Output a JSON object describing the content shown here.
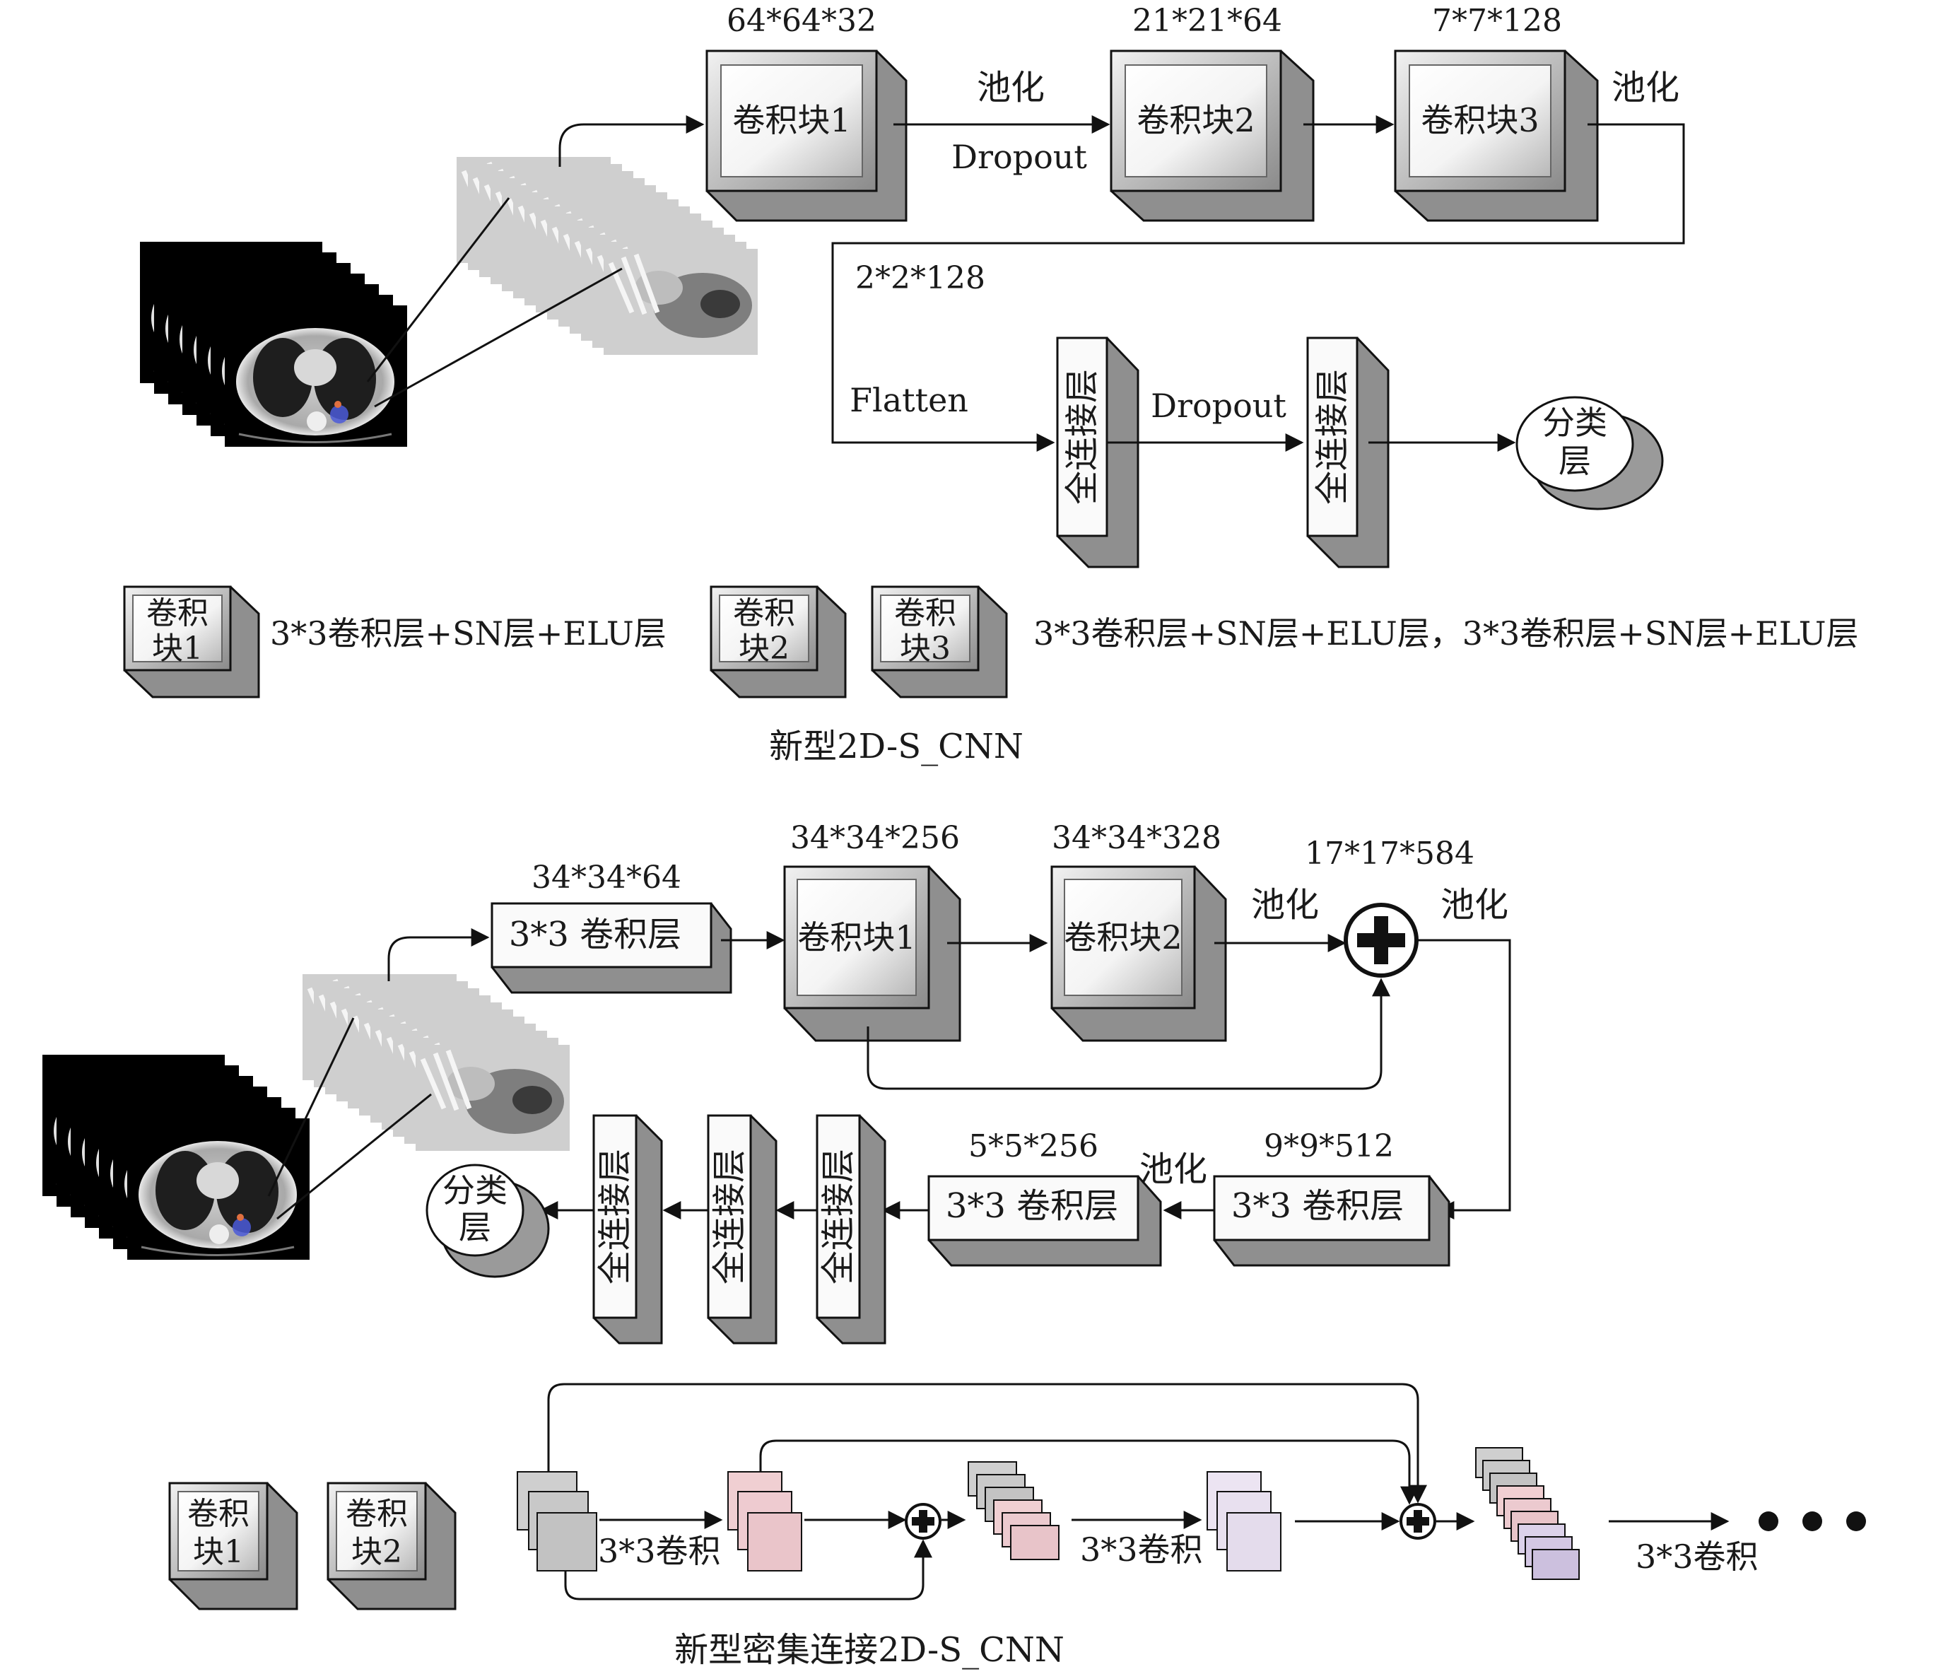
{
  "diagram1": {
    "caption": "新型2D-S_CNN",
    "dims": {
      "d1": "64*64*32",
      "d2": "21*21*64",
      "d3": "7*7*128",
      "d4": "2*2*128"
    },
    "blocks": {
      "b1": "卷积块1",
      "b2": "卷积块2",
      "b3": "卷积块3"
    },
    "ops": {
      "pool1": "池化",
      "dropout1": "Dropout",
      "pool2": "池化",
      "flatten": "Flatten",
      "dropout2": "Dropout"
    },
    "fc_label": "全连接层",
    "classifier": {
      "line1": "分类",
      "line2": "层"
    },
    "legend": {
      "block1": {
        "line1": "卷积",
        "line2": "块1"
      },
      "block2": {
        "line1": "卷积",
        "line2": "块2"
      },
      "block3": {
        "line1": "卷积",
        "line2": "块3"
      },
      "desc1": "3*3卷积层+SN层+ELU层",
      "desc2": "3*3卷积层+SN层+ELU层，3*3卷积层+SN层+ELU层"
    }
  },
  "diagram2": {
    "caption": "新型密集连接2D-S_CNN",
    "dims": {
      "d1": "34*34*64",
      "d2": "34*34*256",
      "d3": "34*34*328",
      "d4": "17*17*584",
      "d5": "9*9*512",
      "d6": "5*5*256"
    },
    "conv_label": "3*3 卷积层",
    "blocks": {
      "b1": "卷积块1",
      "b2": "卷积块2"
    },
    "ops": {
      "pool1": "池化",
      "pool2": "池化",
      "pool3": "池化"
    },
    "fc_label": "全连接层",
    "classifier": {
      "line1": "分类",
      "line2": "层"
    },
    "legend": {
      "block1": {
        "line1": "卷积",
        "line2": "块1"
      },
      "block2": {
        "line1": "卷积",
        "line2": "块2"
      },
      "conv1": "3*3卷积",
      "conv2": "3*3卷积",
      "conv3": "3*3卷积"
    }
  }
}
